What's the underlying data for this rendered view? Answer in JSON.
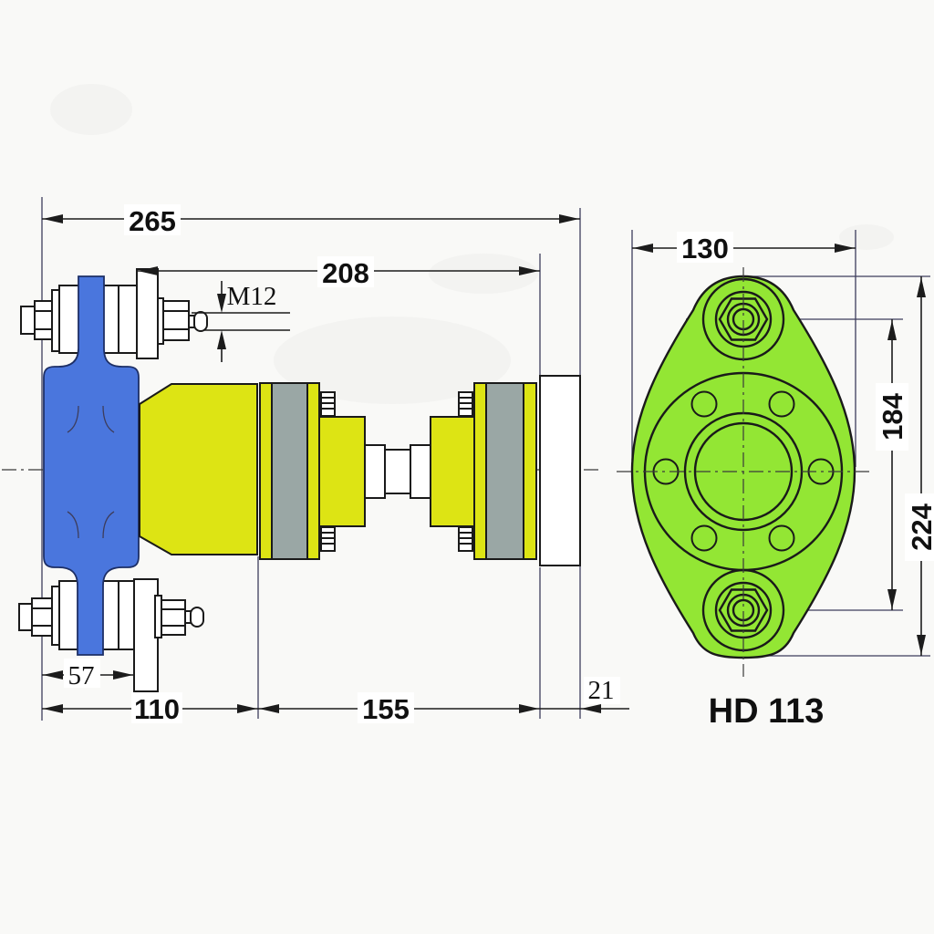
{
  "title": "HD 113",
  "dimensions": {
    "overall_length": "265",
    "body_length": "208",
    "thread_size": "M12",
    "bushing_width": "57",
    "bracket_length": "110",
    "coupling_length": "155",
    "flange_thickness": "21",
    "flange_width": "130",
    "bolt_center_distance": "184",
    "flange_height": "224"
  },
  "colors": {
    "bracket_blue": "#4a76dd",
    "coupling_yellow": "#dde414",
    "flange_green": "#93e634",
    "ring_gray": "#9aa7a5",
    "line_black": "#1a1a1a"
  }
}
